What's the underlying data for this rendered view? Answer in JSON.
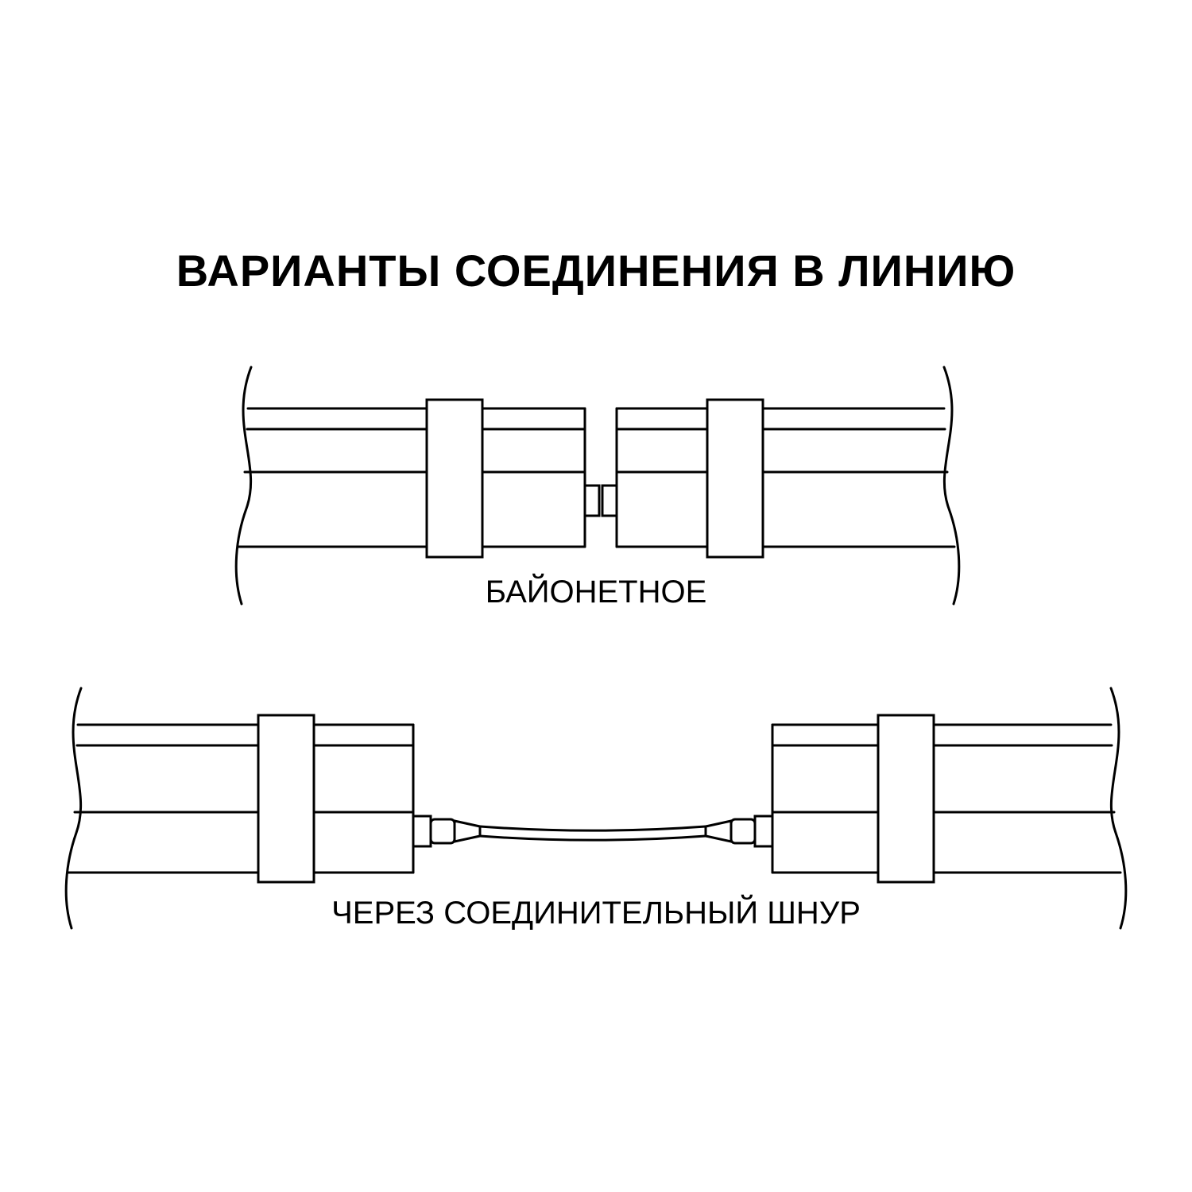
{
  "title": "ВАРИАНТЫ СОЕДИНЕНИЯ В ЛИНИЮ",
  "diagrams": [
    {
      "name": "bayonet-connection",
      "label": "БАЙОНЕТНОЕ"
    },
    {
      "name": "connection-via-cord",
      "label": "ЧЕРЕЗ СОЕДИНИТЕЛЬНЫЙ ШНУР"
    }
  ],
  "colors": {
    "background": "#ffffff",
    "line": "#000000",
    "text": "#000000"
  }
}
